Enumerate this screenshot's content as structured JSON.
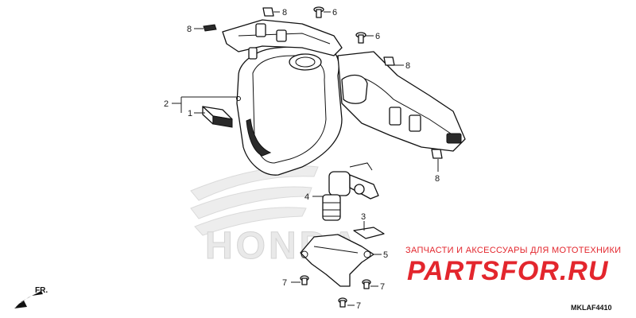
{
  "watermark": {
    "text": "HONDA"
  },
  "brand": {
    "caption": "ЗАПЧАСТИ И АКСЕССУАРЫ ДЛЯ МОТОТЕХНИКИ",
    "logo": "PARTSFOR.RU",
    "color": "#e3262d"
  },
  "direction": {
    "label": "FR.",
    "icon": "arrow-down-left-icon"
  },
  "diagram_code": "MKLAF4410",
  "callouts": [
    {
      "id": "8a",
      "label": "8"
    },
    {
      "id": "6a",
      "label": "6"
    },
    {
      "id": "8b",
      "label": "8"
    },
    {
      "id": "6b",
      "label": "6"
    },
    {
      "id": "8c",
      "label": "8"
    },
    {
      "id": "2",
      "label": "2"
    },
    {
      "id": "1",
      "label": "1"
    },
    {
      "id": "8d",
      "label": "8"
    },
    {
      "id": "4",
      "label": "4"
    },
    {
      "id": "3",
      "label": "3"
    },
    {
      "id": "5",
      "label": "5"
    },
    {
      "id": "7a",
      "label": "7"
    },
    {
      "id": "7b",
      "label": "7"
    },
    {
      "id": "7c",
      "label": "7"
    }
  ]
}
